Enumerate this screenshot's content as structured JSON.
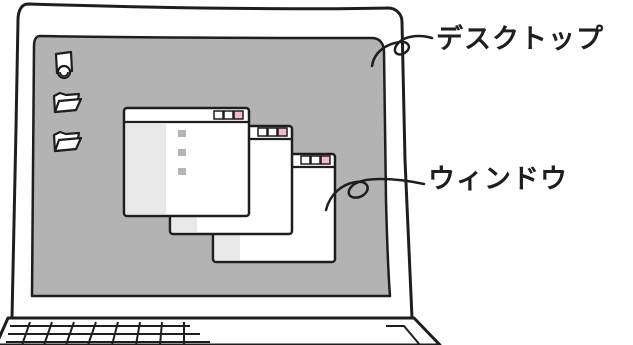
{
  "labels": {
    "desktop": "デスクトップ",
    "window": "ウィンドウ"
  },
  "icons": [
    "document-icon",
    "folder-icon",
    "folder-icon"
  ],
  "windows": [
    {
      "name": "window-back"
    },
    {
      "name": "window-middle"
    },
    {
      "name": "window-front"
    }
  ],
  "colors": {
    "screen": "#b3b3b3",
    "outline": "#1e1e1e",
    "window_body": "#ffffff",
    "window_shade": "#e8e8e8",
    "close_button": "#f4b8cf",
    "title_bar": "#e0e0e0"
  }
}
